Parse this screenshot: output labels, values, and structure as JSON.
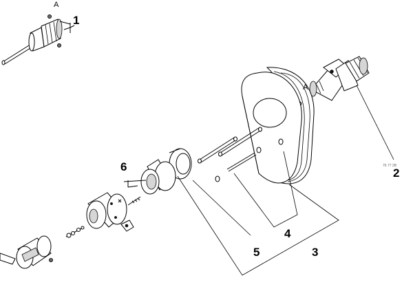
{
  "diagram": {
    "callouts": [
      {
        "id": "1",
        "label": "1"
      },
      {
        "id": "2",
        "label": "2"
      },
      {
        "id": "3",
        "label": "3"
      },
      {
        "id": "4",
        "label": "4"
      },
      {
        "id": "5",
        "label": "5"
      },
      {
        "id": "6",
        "label": "6"
      }
    ],
    "letters": [
      {
        "id": "a-top",
        "label": "A"
      },
      {
        "id": "a-right",
        "label": "A"
      }
    ],
    "small_text": "76 77 2B"
  }
}
